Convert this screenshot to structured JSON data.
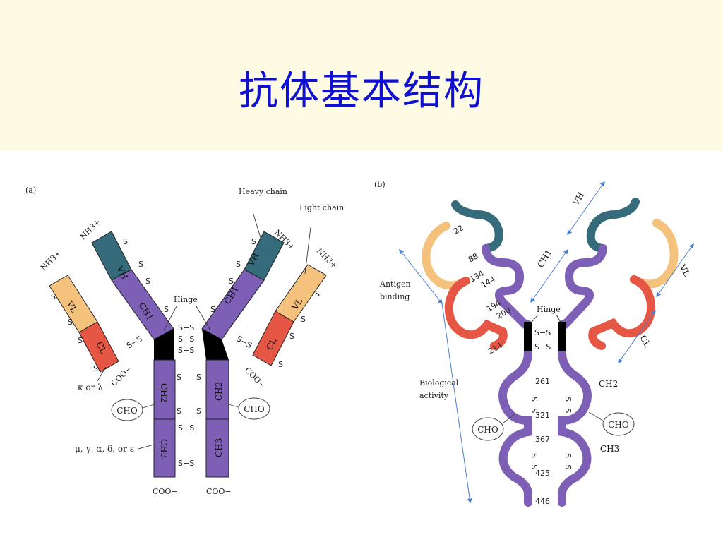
{
  "title": "抗体基本结构",
  "colors": {
    "variable_heavy": "#356b7a",
    "constant_heavy": "#7d5fb5",
    "variable_light": "#f5c27e",
    "constant_light": "#e65645",
    "hinge": "#000000",
    "arrow": "#4a7fd0",
    "title": "#1010d0",
    "header_bg": "#fdfbe3"
  },
  "panel_a": {
    "tag": "(a)",
    "heavy_chain": "Heavy chain",
    "light_chain": "Light chain",
    "hinge": "Hinge",
    "nh3": "NH3+",
    "coo": "COO−",
    "ss": "S",
    "ss_pair": "S−S",
    "domains": {
      "vh": "VH",
      "vl": "VL",
      "ch1": "CH1",
      "cl": "CL",
      "ch2": "CH2",
      "ch3": "CH3"
    },
    "cho": "CHO",
    "kappa_lambda": "κ or λ",
    "heavy_classes": "μ, γ, α, δ, or ε"
  },
  "panel_b": {
    "tag": "(b)",
    "antigen_binding": [
      "Antigen",
      "binding"
    ],
    "biological_activity": [
      "Biological",
      "activity"
    ],
    "hinge": "Hinge",
    "cho": "CHO",
    "domains": {
      "vh": "VH",
      "vl": "VL",
      "ch1": "CH1",
      "cl": "CL",
      "ch2": "CH2",
      "ch3": "CH3"
    },
    "residues": [
      "22",
      "88",
      "134",
      "144",
      "194",
      "200",
      "214",
      "261",
      "321",
      "367",
      "425",
      "446"
    ]
  }
}
